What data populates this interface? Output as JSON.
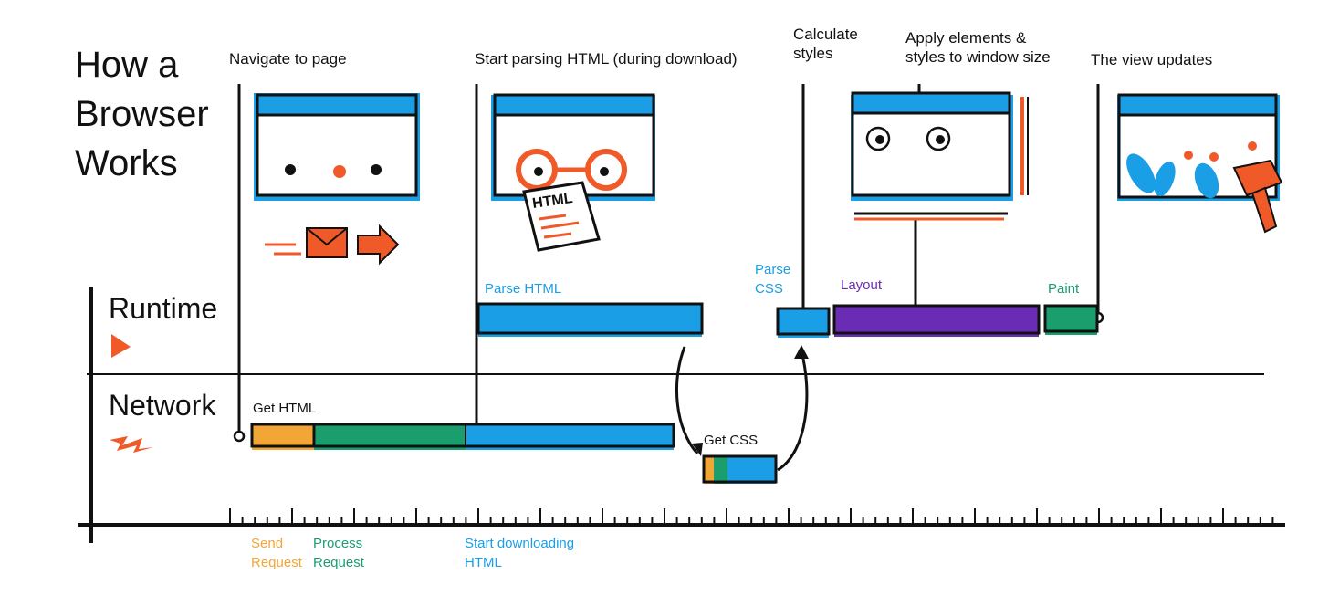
{
  "title": "How a\nBrowser\nWorks",
  "rows": {
    "runtime": "Runtime",
    "network": "Network"
  },
  "steps": {
    "navigate": "Navigate to page",
    "parse_start": "Start parsing HTML (during download)",
    "calc_styles": "Calculate\nstyles",
    "apply": "Apply elements &\nstyles to window size",
    "view_updates": "The view updates"
  },
  "bars": {
    "parse_html": "Parse HTML",
    "parse_css": "Parse\nCSS",
    "layout": "Layout",
    "paint": "Paint",
    "get_html": "Get HTML",
    "get_css": "Get CSS"
  },
  "phases": {
    "send": "Send\nRequest",
    "process": "Process\nRequest",
    "download": "Start downloading\nHTML"
  },
  "illustrations": {
    "doc_label": "HTML",
    "icons": [
      "browser-window-icon",
      "envelope-icon",
      "arrow-right-icon",
      "glasses-icon",
      "html-document-icon",
      "ruler-icon",
      "leaf-icon",
      "paintbrush-icon",
      "play-icon",
      "lightning-icon"
    ]
  },
  "colors": {
    "blue": "#1a9ee6",
    "green": "#1a9e6e",
    "orange": "#f2a636",
    "purple": "#6a2bb5",
    "red": "#f05a28",
    "ink": "#111111"
  }
}
